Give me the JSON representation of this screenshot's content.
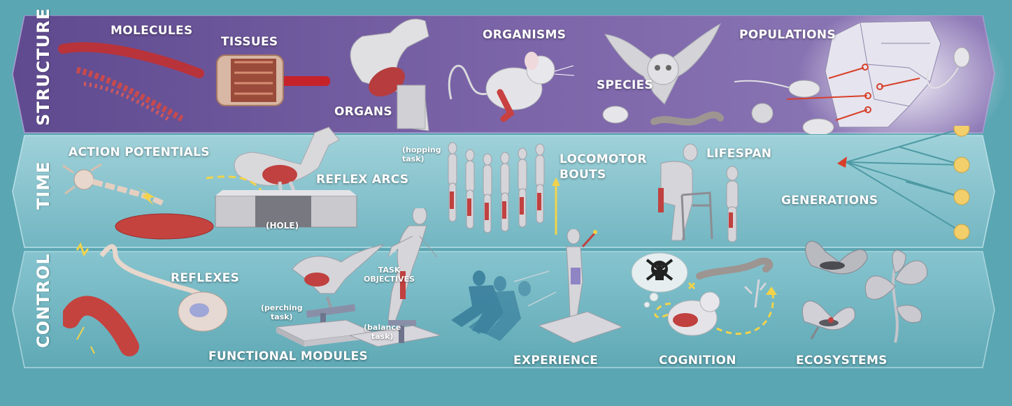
{
  "bands": {
    "structure": {
      "title": "STRUCTURE",
      "labels": {
        "molecules": "MOLECULES",
        "tissues": "TISSUES",
        "organs": "ORGANS",
        "organisms": "ORGANISMS",
        "species": "SPECIES",
        "populations": "POPULATIONS"
      }
    },
    "time": {
      "title": "TIME",
      "labels": {
        "action_potentials": "ACTION POTENTIALS",
        "reflex_arcs": "REFLEX ARCS",
        "hole": "(HOLE)",
        "hopping_task": "(hopping\ntask)",
        "locomotor_bouts_1": "LOCOMOTOR",
        "locomotor_bouts_2": "BOUTS",
        "lifespan": "LIFESPAN",
        "generations": "GENERATIONS"
      }
    },
    "control": {
      "title": "CONTROL",
      "labels": {
        "reflexes": "REFLEXES",
        "perching_task": "(perching\ntask)",
        "task_objectives": "TASK\nOBJECTIVES",
        "balance_task": "(balance\ntask)",
        "functional_modules": "FUNCTIONAL MODULES",
        "experience": "EXPERIENCE",
        "cognition": "COGNITION",
        "ecosystems": "ECOSYSTEMS"
      }
    }
  },
  "colors": {
    "background": "#5ba6b3",
    "structure_band": "#6f5a9e",
    "time_band": "#86c4cf",
    "control_band": "#6fb3bf",
    "muscle": "#c0413f",
    "figure": "#d9d9dc",
    "accent_yellow": "#f2d34a",
    "node": "#f3cf6b",
    "arrow_red": "#d8402a"
  },
  "icons": [
    "skull-icon",
    "lightning-icon",
    "triangle-root-icon"
  ]
}
